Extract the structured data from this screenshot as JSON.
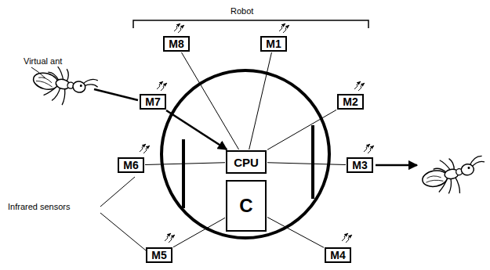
{
  "diagram": {
    "nodes": [
      {
        "text": [
          "M8"
        ]
      },
      {
        "text": [
          "M1"
        ]
      },
      {
        "text": [
          "M7"
        ]
      },
      {
        "text": [
          "M2"
        ]
      },
      {
        "text": [
          "CPU"
        ]
      },
      {
        "text": [
          "M6"
        ]
      },
      {
        "text": [
          "M3"
        ]
      },
      {
        "text": [
          "C"
        ]
      },
      {
        "text": [
          "M5"
        ]
      },
      {
        "text": [
          "M4"
        ]
      }
    ],
    "edges": [
      {
        "from": 2,
        "to": 4,
        "arrow": "to"
      },
      {
        "from": 4,
        "to": 6,
        "arrow": "none"
      },
      {
        "from": 4,
        "to": 0,
        "arrow": "none"
      },
      {
        "from": 4,
        "to": 1,
        "arrow": "none"
      },
      {
        "from": 4,
        "to": 3,
        "arrow": "none"
      },
      {
        "from": 4,
        "to": 5,
        "arrow": "none"
      },
      {
        "from": 7,
        "to": 8,
        "arrow": "none"
      },
      {
        "from": 7,
        "to": 9,
        "arrow": "none"
      }
    ],
    "labels": [
      "Robot",
      "Virtual ant",
      "Infrared sensors"
    ]
  }
}
